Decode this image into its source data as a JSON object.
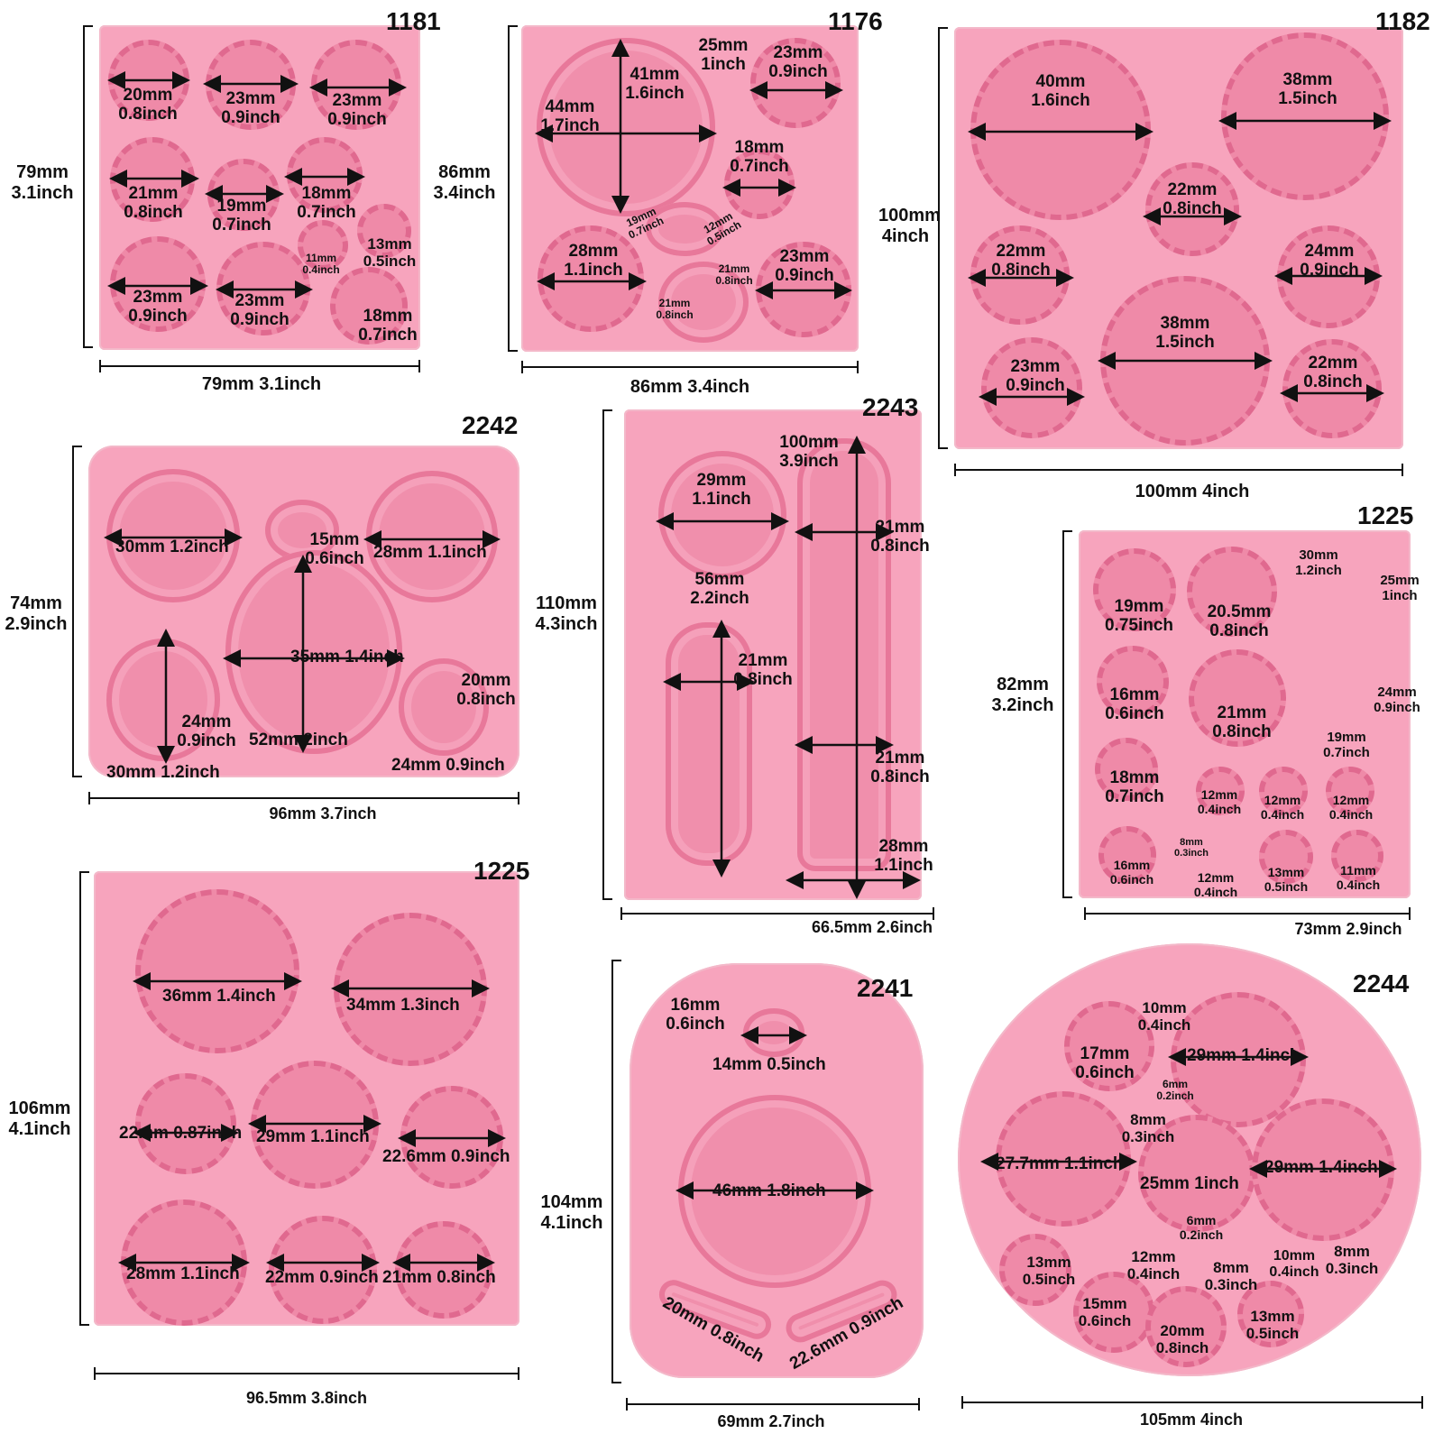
{
  "colors": {
    "mold": "#f7a4bd",
    "cavity": "#f08fac",
    "text": "#111111"
  },
  "molds": {
    "m1181": {
      "code": "1181",
      "height": "79mm 3.1inch",
      "width": "79mm 3.1inch",
      "labels": [
        "20mm 0.8inch",
        "23mm 0.9inch",
        "23mm 0.9inch",
        "21mm 0.8inch",
        "19mm 0.7inch",
        "18mm 0.7inch",
        "11mm 0.4inch",
        "13mm 0.5inch",
        "23mm 0.9inch",
        "23mm 0.9inch",
        "18mm 0.7inch"
      ]
    },
    "m1176": {
      "code": "1176",
      "height": "86mm 3.4inch",
      "width": "86mm 3.4inch",
      "labels": [
        "41mm 1.6inch",
        "44mm 1.7inch",
        "25mm 1inch",
        "23mm 0.9inch",
        "18mm 0.7inch",
        "19mm 0.7inch",
        "12mm 0.5inch",
        "28mm 1.1inch",
        "21mm 0.8inch",
        "21mm 0.8inch",
        "23mm 0.9inch"
      ]
    },
    "m1182": {
      "code": "1182",
      "height": "100mm 4inch",
      "width": "100mm 4inch",
      "labels": [
        "40mm 1.6inch",
        "38mm 1.5inch",
        "22mm 0.8inch",
        "22mm 0.8inch",
        "24mm 0.9inch",
        "38mm 1.5inch",
        "23mm 0.9inch",
        "22mm 0.8inch"
      ]
    },
    "m2242": {
      "code": "2242",
      "height": "74mm 2.9inch",
      "width": "96mm 3.7inch",
      "labels": [
        "30mm 1.2inch",
        "15mm 0.6inch",
        "28mm 1.1inch",
        "35mm 1.4inch",
        "20mm 0.8inch",
        "24mm 0.9inch",
        "52mm 2inch",
        "30mm 1.2inch",
        "24mm 0.9inch"
      ]
    },
    "m2243": {
      "code": "2243",
      "height": "110mm 4.3inch",
      "width": "66.5mm 2.6inch",
      "labels": [
        "100mm 3.9inch",
        "29mm 1.1inch",
        "21mm 0.8inch",
        "56mm 2.2inch",
        "21mm 0.8inch",
        "21mm 0.8inch",
        "28mm 1.1inch"
      ]
    },
    "m1225a": {
      "code": "1225",
      "height": "82mm 3.2inch",
      "width": "73mm 2.9inch",
      "labels": [
        "30mm 1.2inch",
        "25mm 1inch",
        "19mm 0.75inch",
        "20.5mm 0.8inch",
        "16mm 0.6inch",
        "21mm 0.8inch",
        "24mm 0.9inch",
        "19mm 0.7inch",
        "18mm 0.7inch",
        "12mm 0.4inch",
        "12mm 0.4inch",
        "12mm 0.4inch",
        "16mm 0.6inch",
        "8mm 0.3inch",
        "12mm 0.4inch",
        "13mm 0.5inch",
        "11mm 0.4inch"
      ]
    },
    "m1225b": {
      "code": "1225",
      "height": "106mm 4.1inch",
      "width": "96.5mm 3.8inch",
      "labels": [
        "36mm 1.4inch",
        "34mm 1.3inch",
        "22mm 0.87inch",
        "29mm 1.1inch",
        "22.6mm 0.9inch",
        "28mm 1.1inch",
        "22mm 0.9inch",
        "21mm 0.8inch"
      ]
    },
    "m2241": {
      "code": "2241",
      "height": "104mm 4.1inch",
      "width": "69mm 2.7inch",
      "labels": [
        "16mm 0.6inch",
        "14mm 0.5inch",
        "46mm 1.8inch",
        "20mm 0.8inch",
        "22.6mm 0.9inch"
      ]
    },
    "m2244": {
      "code": "2244",
      "width": "105mm 4inch",
      "labels": [
        "10mm 0.4inch",
        "17mm 0.6inch",
        "29mm 1.4inch",
        "6mm 0.2inch",
        "8mm 0.3inch",
        "27.7mm 1.1inch",
        "25mm 1inch",
        "29mm 1.4inch",
        "6mm 0.2inch",
        "13mm 0.5inch",
        "12mm 0.4inch",
        "8mm 0.3inch",
        "10mm 0.4inch",
        "8mm 0.3inch",
        "15mm 0.6inch",
        "20mm 0.8inch",
        "13mm 0.5inch"
      ]
    }
  }
}
